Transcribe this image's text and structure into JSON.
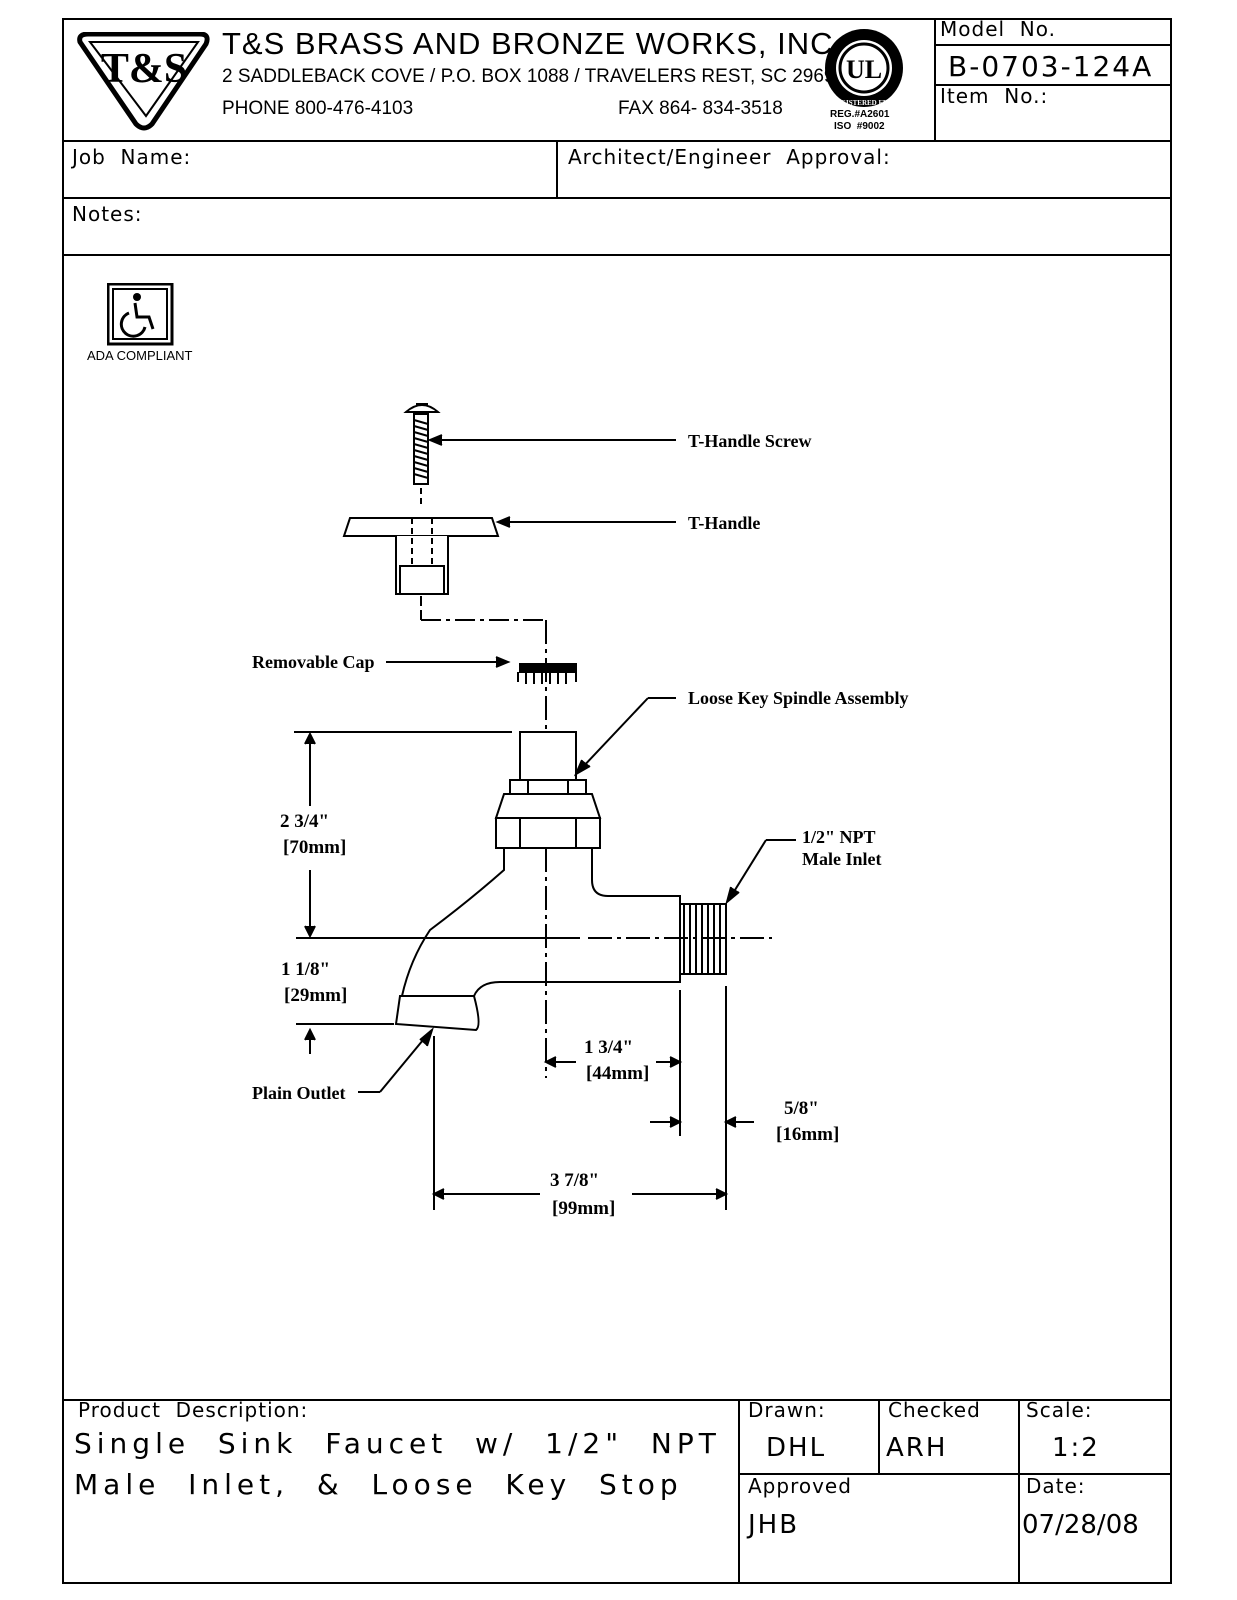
{
  "header": {
    "logo_text": "T&S",
    "company_name": "T&S BRASS AND BRONZE WORKS, INC.",
    "address": "2 SADDLEBACK COVE / P.O. BOX 1088 / TRAVELERS REST, SC 29690",
    "phone": "PHONE 800-476-4103",
    "fax": "FAX  864- 834-3518",
    "ul_mark": "UL",
    "ul_ring_text": "REGISTERED FIRM",
    "reg_line1": "REG.#A2601",
    "reg_line2": "ISO  #9002",
    "model_label": "Model  No.",
    "model_value": "B-0703-124A",
    "item_label": "Item  No.:"
  },
  "form": {
    "job_name_label": "Job  Name:",
    "architect_label": "Architect/Engineer  Approval:",
    "notes_label": "Notes:"
  },
  "ada": {
    "label": "ADA COMPLIANT"
  },
  "drawing": {
    "t_handle_screw": "T-Handle Screw",
    "t_handle": "T-Handle",
    "removable_cap": "Removable Cap",
    "loose_key": "Loose Key Spindle Assembly",
    "inlet_line1": "1/2\" NPT",
    "inlet_line2": "Male Inlet",
    "plain_outlet": "Plain Outlet",
    "dim_height": "2 3/4\"",
    "dim_height_mm": "[70mm]",
    "dim_outlet": "1 1/8\"",
    "dim_outlet_mm": "[29mm]",
    "dim_center": "1 3/4\"",
    "dim_center_mm": "[44mm]",
    "dim_thread": "5/8\"",
    "dim_thread_mm": "[16mm]",
    "dim_total": "3 7/8\"",
    "dim_total_mm": "[99mm]"
  },
  "footer": {
    "product_label": "Product  Description:",
    "desc_line1": "Single  Sink  Faucet  w/  1/2\"  NPT",
    "desc_line2": "Male  Inlet,  &  Loose  Key  Stop",
    "drawn_label": "Drawn:",
    "drawn_value": "DHL",
    "checked_label": "Checked",
    "checked_value": "ARH",
    "scale_label": "Scale:",
    "scale_value": "1:2",
    "approved_label": "Approved",
    "approved_value": "JHB",
    "date_label": "Date:",
    "date_value": "07/28/08"
  }
}
